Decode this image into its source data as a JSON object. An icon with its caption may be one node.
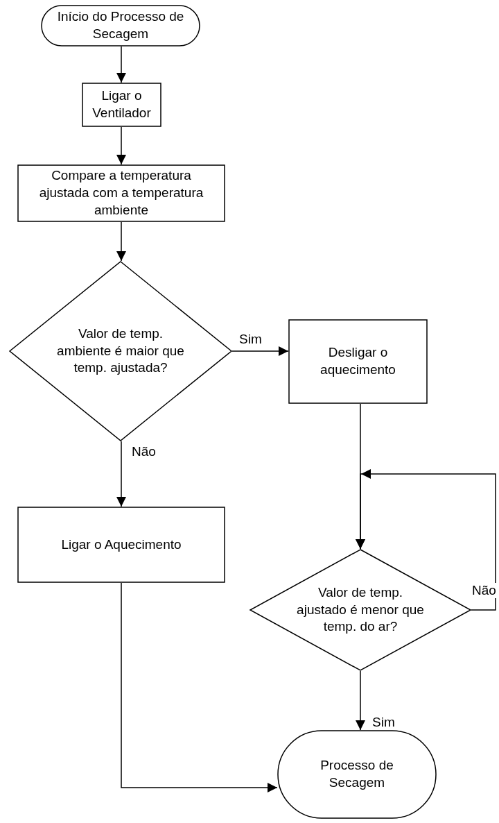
{
  "diagram": {
    "nodes": [
      {
        "text": [
          "Início do Processo de Secagem"
        ]
      },
      {
        "text": [
          "Ligar o Ventilador"
        ]
      },
      {
        "text": [
          "Compare a temperatura ajustada com a temperatura ambiente"
        ]
      },
      {
        "text": [
          "Valor de temp. ambiente é maior que temp. ajustada?"
        ]
      },
      {
        "text": [
          "Desligar o aquecimento"
        ]
      },
      {
        "text": [
          "Ligar o Aquecimento"
        ]
      },
      {
        "text": [
          "Valor de temp. ajustado é menor que temp. do ar?"
        ]
      },
      {
        "text": [
          "Processo de Secagem"
        ]
      }
    ],
    "edges": [
      {
        "from": 0,
        "to": 1,
        "arrow": "to"
      },
      {
        "from": 1,
        "to": 2,
        "arrow": "to"
      },
      {
        "from": 2,
        "to": 3,
        "arrow": "to"
      },
      {
        "from": 3,
        "to": 4,
        "arrow": "to",
        "label": "Sim"
      },
      {
        "from": 3,
        "to": 5,
        "arrow": "to",
        "label": "Não"
      },
      {
        "from": 4,
        "to": 6,
        "arrow": "to"
      },
      {
        "from": 6,
        "to": 6,
        "arrow": "to",
        "label": "Não"
      },
      {
        "from": 6,
        "to": 7,
        "arrow": "to",
        "label": "Sim"
      },
      {
        "from": 5,
        "to": 7,
        "arrow": "to"
      }
    ]
  }
}
